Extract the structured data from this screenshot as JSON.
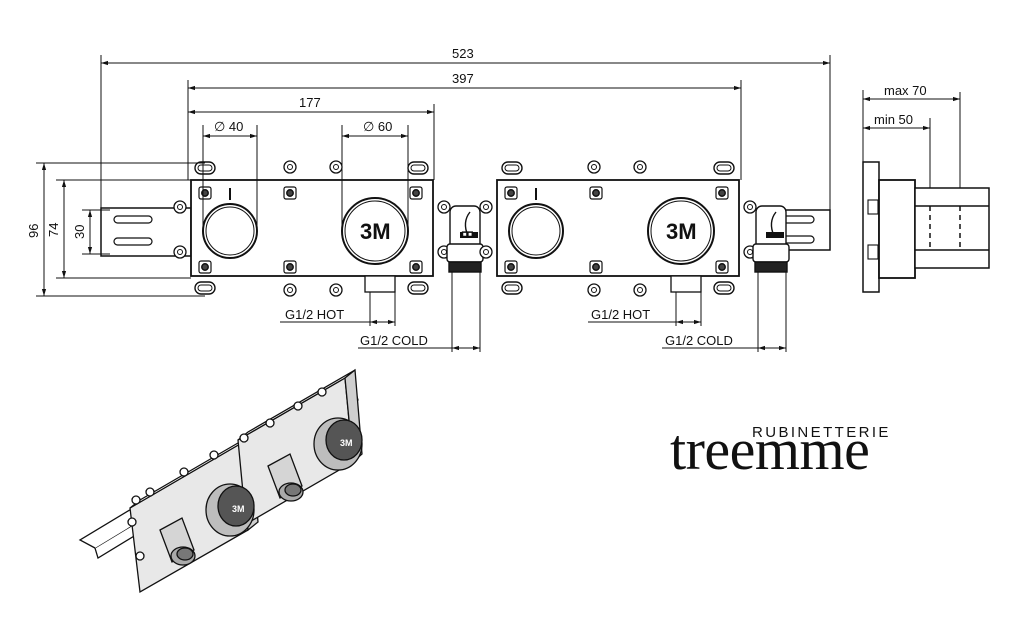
{
  "dimensions": {
    "overall_width": "523",
    "body_span": "397",
    "half_span": "177",
    "dia_small": "∅ 40",
    "dia_large": "∅ 60",
    "height_outer": "96",
    "height_inner": "74",
    "slot_height": "30",
    "depth_max": "max 70",
    "depth_min": "min 50"
  },
  "labels": {
    "hot_left": "G1/2 HOT",
    "cold_left": "G1/2 COLD",
    "hot_right": "G1/2 HOT",
    "cold_right": "G1/2 COLD",
    "cartridge_left": "3M",
    "cartridge_right": "3M",
    "iso_cartridge_left": "3M",
    "iso_cartridge_right": "3M"
  },
  "brand": {
    "subtitle": "RUBINETTERIE",
    "name": "treemme"
  },
  "icons": {
    "logo": "treemme-logo",
    "isometric": "isometric-view-icon"
  }
}
